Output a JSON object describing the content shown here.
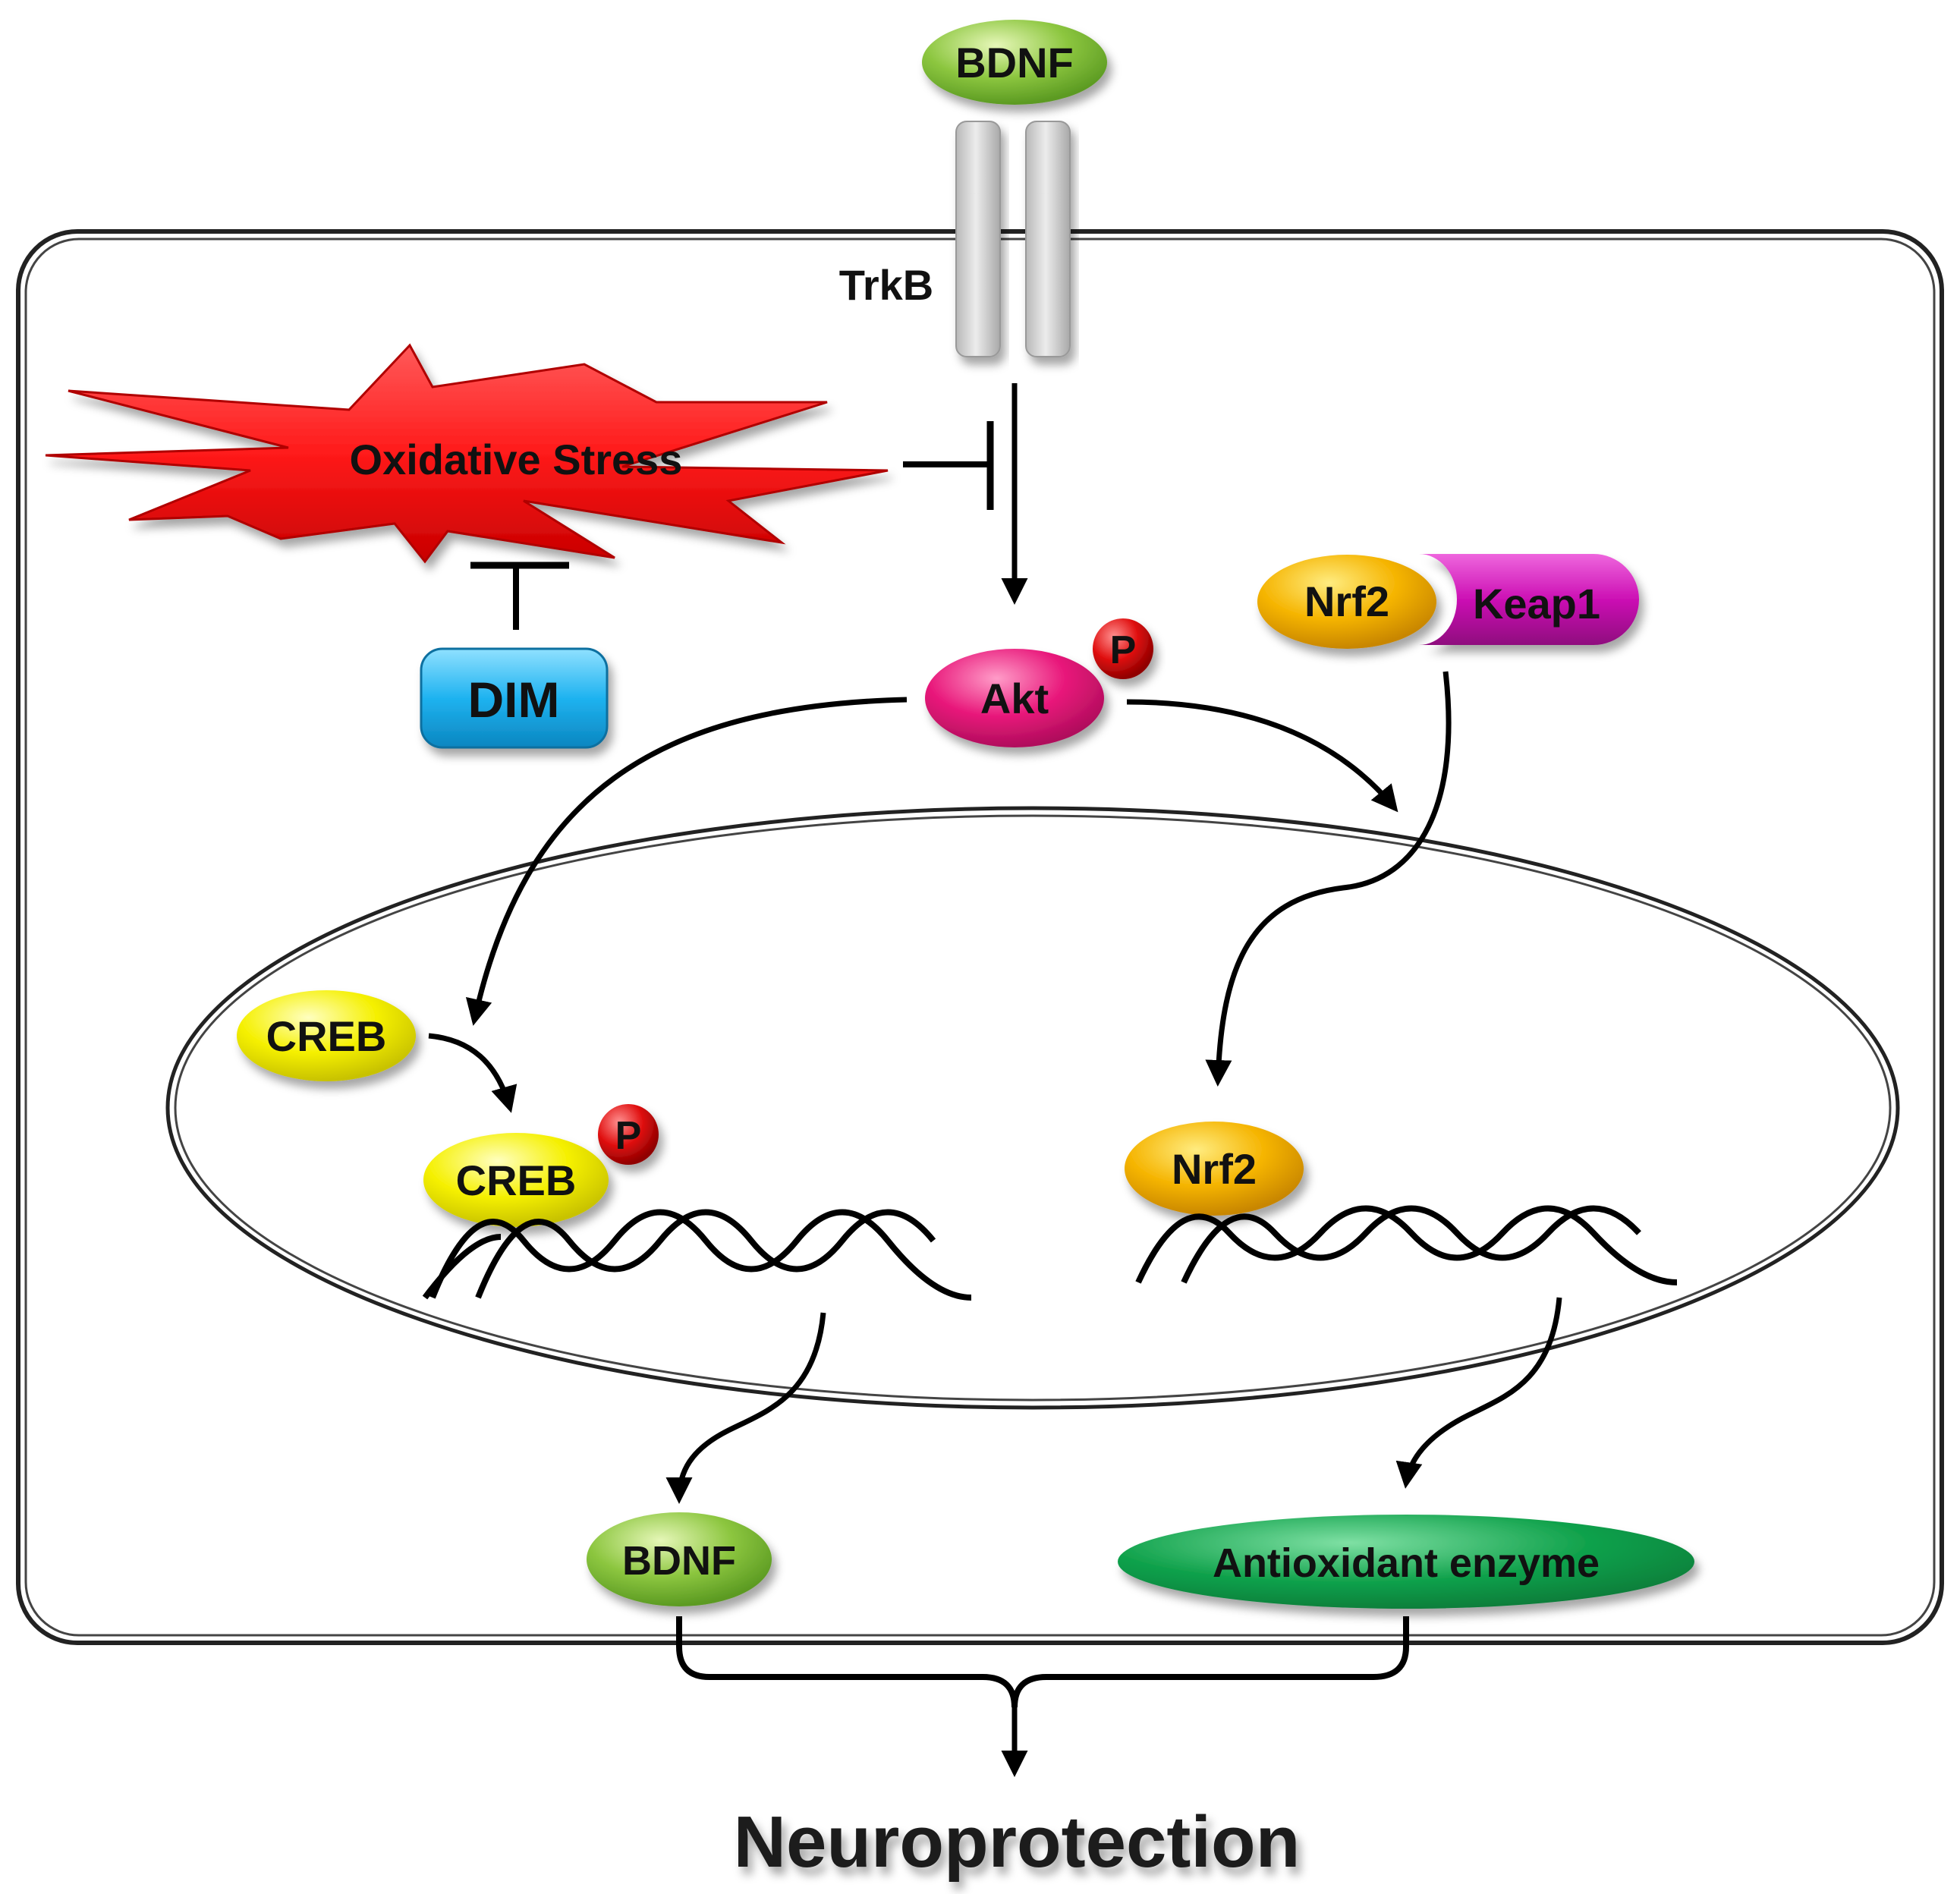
{
  "labels": {
    "bdnf_top": "BDNF",
    "trkb": "TrkB",
    "oxidative_stress": "Oxidative Stress",
    "dim": "DIM",
    "akt": "Akt",
    "akt_p": "P",
    "nrf2_cyto": "Nrf2",
    "keap1": "Keap1",
    "creb": "CREB",
    "creb_p": "CREB",
    "creb_p_badge": "P",
    "nrf2_nuc": "Nrf2",
    "bdnf_bottom": "BDNF",
    "antioxidant": "Antioxidant enzyme",
    "neuroprotection": "Neuroprotection"
  },
  "colors": {
    "bdnf": "#8cc63f",
    "oxidative_stress": "#ff1a1a",
    "dim": "#1fb3f0",
    "akt": "#e8177a",
    "phospho": "#e01010",
    "nrf2": "#f5b400",
    "keap1": "#cc10b4",
    "creb": "#f5f000",
    "antioxidant": "#11a24c",
    "receptor": "#d6d6d6"
  }
}
